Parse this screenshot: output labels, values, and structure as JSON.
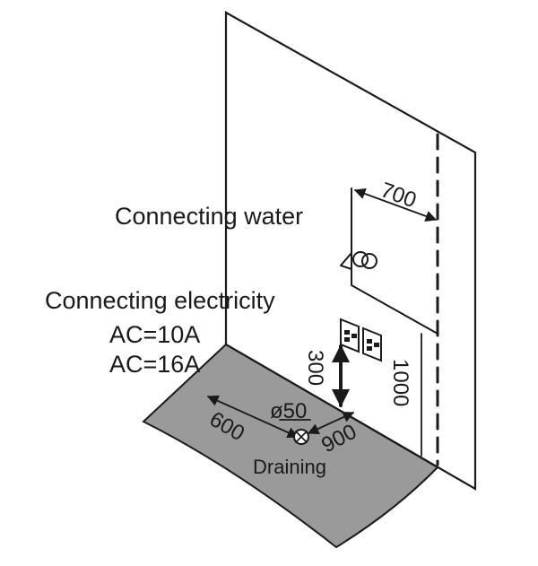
{
  "labels": {
    "water": "Connecting water",
    "electricity": "Connecting electricity",
    "ac10": "AC=10A",
    "ac16": "AC=16A",
    "draining": "Draining"
  },
  "dimensions": {
    "water_offset": "700",
    "socket_height": "300",
    "wall_height": "1000",
    "drain_x": "600",
    "drain_y": "900",
    "drain_diameter": "ø50"
  },
  "colors": {
    "floor": "#9a9a9a",
    "lines": "#1a1a1a",
    "background": "#ffffff"
  }
}
